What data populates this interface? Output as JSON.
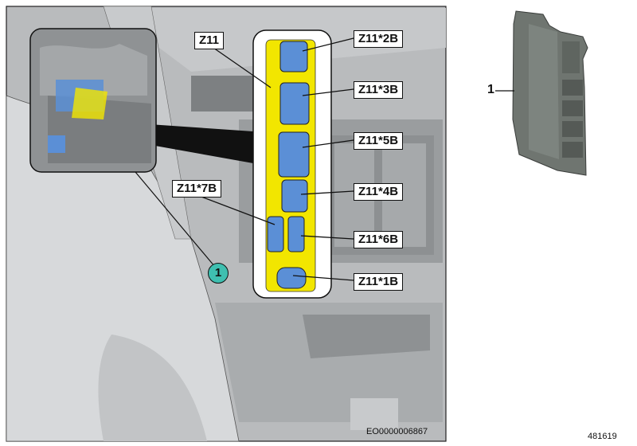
{
  "callouts": {
    "z11": "Z11",
    "z11_2b": "Z11*2B",
    "z11_3b": "Z11*3B",
    "z11_5b": "Z11*5B",
    "z11_4b": "Z11*4B",
    "z11_6b": "Z11*6B",
    "z11_7b": "Z11*7B",
    "z11_1b": "Z11*1B"
  },
  "markers": {
    "location": "1"
  },
  "part": {
    "number": "1"
  },
  "drawing_code": "EO0000006867",
  "reference_number": "481619",
  "colors": {
    "connector_blue": "#5b8fd6",
    "housing_yellow": "#f2e600",
    "marker_teal": "#3fbfb0",
    "part_gray": "#6f7570"
  }
}
